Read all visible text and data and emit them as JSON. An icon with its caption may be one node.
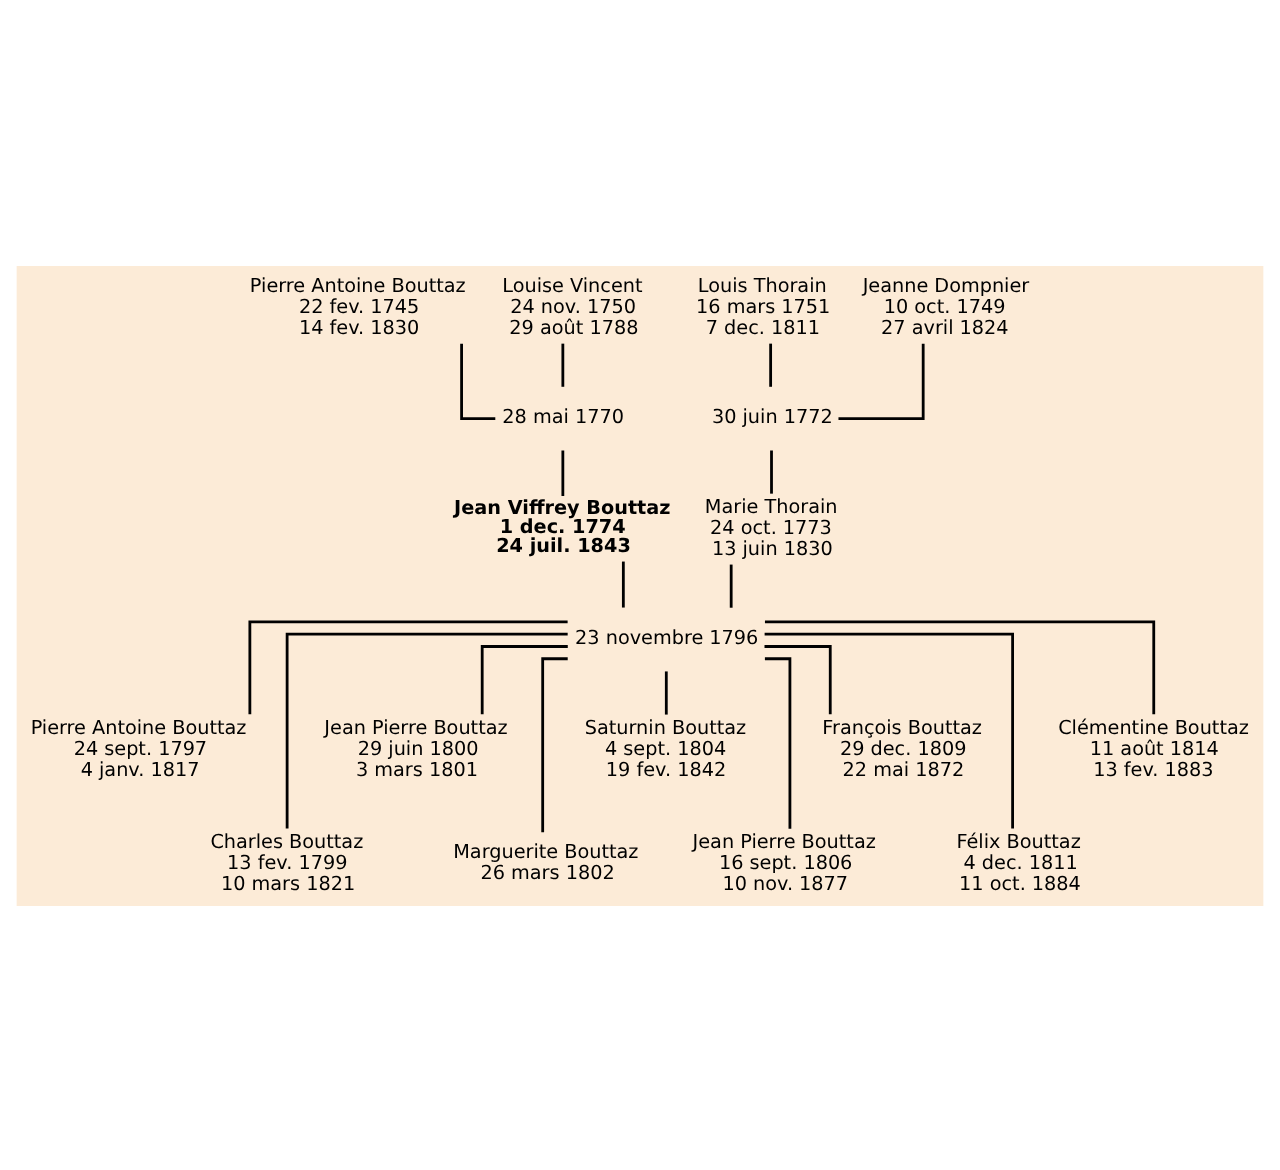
{
  "diagram": {
    "nodes": [
      {
        "text": [
          "Pierre Antoine Bouttaz",
          "22 fev. 1745",
          "14 fev. 1830"
        ]
      },
      {
        "text": [
          "Louise Vincent",
          "24 nov. 1750",
          "29 août 1788"
        ]
      },
      {
        "text": [
          "Louis Thorain",
          "16 mars 1751",
          "7 dec. 1811"
        ]
      },
      {
        "text": [
          "Jeanne Dompnier",
          "10 oct. 1749",
          "27 avril 1824"
        ]
      },
      {
        "text": [
          "28 mai 1770"
        ]
      },
      {
        "text": [
          "30 juin 1772"
        ]
      },
      {
        "text": [
          "Jean Viffrey Bouttaz",
          "1 dec. 1774",
          "24 juil. 1843"
        ]
      },
      {
        "text": [
          "Marie Thorain",
          "24 oct. 1773",
          "13 juin 1830"
        ]
      },
      {
        "text": [
          "23 novembre 1796"
        ]
      },
      {
        "text": [
          "Pierre Antoine Bouttaz",
          "24 sept. 1797",
          "4 janv. 1817"
        ]
      },
      {
        "text": [
          "Charles Bouttaz",
          "13 fev. 1799",
          "10 mars 1821"
        ]
      },
      {
        "text": [
          "Jean Pierre Bouttaz",
          "29 juin 1800",
          "3 mars 1801"
        ]
      },
      {
        "text": [
          "Marguerite Bouttaz",
          "26 mars 1802"
        ]
      },
      {
        "text": [
          "Saturnin Bouttaz",
          "4 sept. 1804",
          "19 fev. 1842"
        ]
      },
      {
        "text": [
          "Jean Pierre Bouttaz",
          "16 sept. 1806",
          "10 nov. 1877"
        ]
      },
      {
        "text": [
          "François Bouttaz",
          "29 dec. 1809",
          "22 mai 1872"
        ]
      },
      {
        "text": [
          "Félix Bouttaz",
          "4 dec. 1811",
          "11 oct. 1884"
        ]
      },
      {
        "text": [
          "Clémentine Bouttaz",
          "11 août 1814",
          "13 fev. 1883"
        ]
      }
    ],
    "edges": [
      {
        "from": 0,
        "to": 4,
        "arrow": "none"
      },
      {
        "from": 1,
        "to": 4,
        "arrow": "none"
      },
      {
        "from": 2,
        "to": 5,
        "arrow": "none"
      },
      {
        "from": 3,
        "to": 5,
        "arrow": "none"
      },
      {
        "from": 4,
        "to": 6,
        "arrow": "none"
      },
      {
        "from": 5,
        "to": 7,
        "arrow": "none"
      },
      {
        "from": 6,
        "to": 8,
        "arrow": "none"
      },
      {
        "from": 7,
        "to": 8,
        "arrow": "none"
      },
      {
        "from": 8,
        "to": 9,
        "arrow": "none"
      },
      {
        "from": 8,
        "to": 10,
        "arrow": "none"
      },
      {
        "from": 8,
        "to": 11,
        "arrow": "none"
      },
      {
        "from": 8,
        "to": 12,
        "arrow": "none"
      },
      {
        "from": 8,
        "to": 13,
        "arrow": "none"
      },
      {
        "from": 8,
        "to": 14,
        "arrow": "none"
      },
      {
        "from": 8,
        "to": 15,
        "arrow": "none"
      },
      {
        "from": 8,
        "to": 16,
        "arrow": "none"
      },
      {
        "from": 8,
        "to": 17,
        "arrow": "none"
      }
    ]
  }
}
